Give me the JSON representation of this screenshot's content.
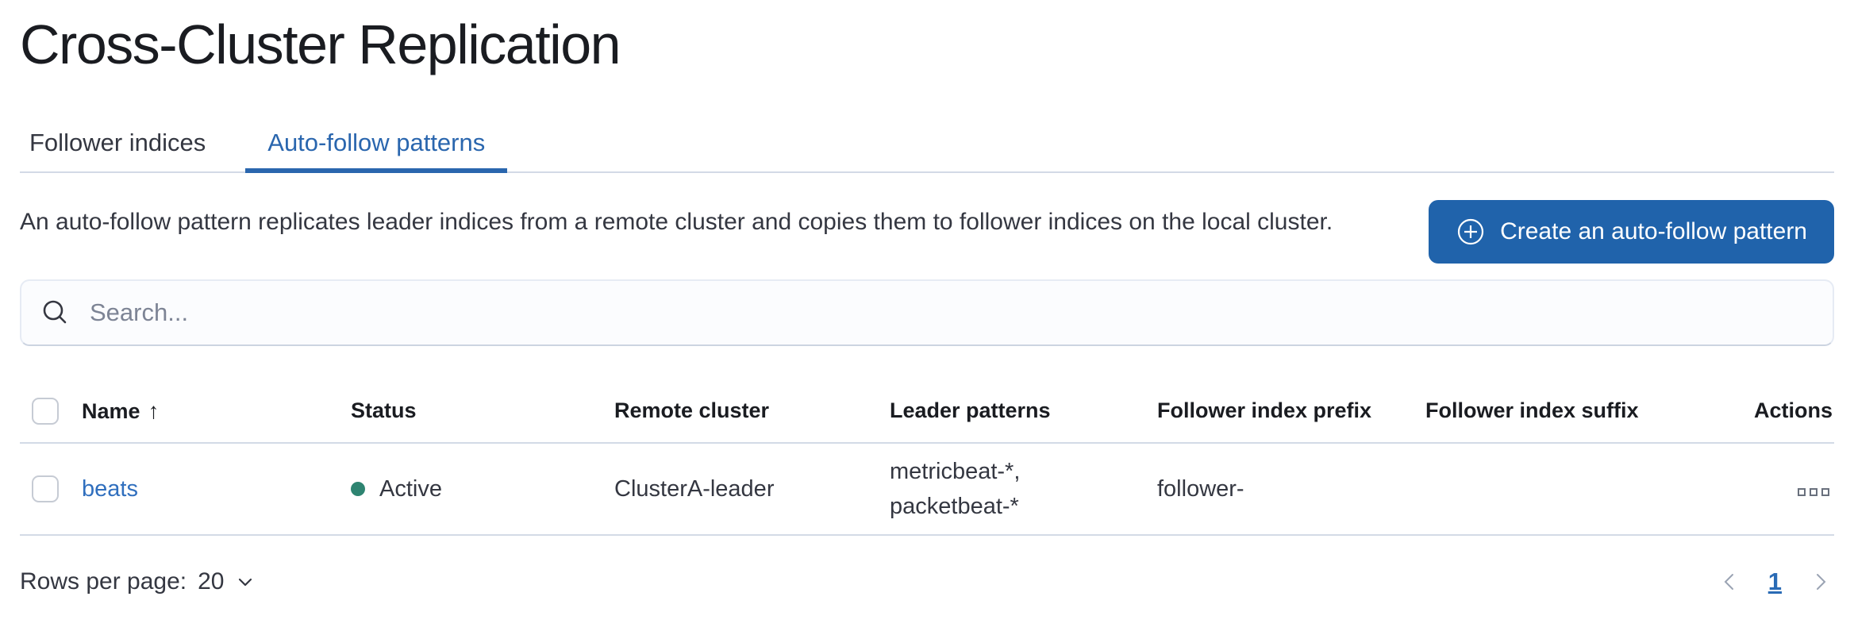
{
  "page": {
    "title": "Cross-Cluster Replication"
  },
  "tabs": {
    "follower_indices": "Follower indices",
    "auto_follow_patterns": "Auto-follow patterns",
    "active_tab": "Auto-follow patterns"
  },
  "intro": {
    "description": "An auto-follow pattern replicates leader indices from a remote cluster and copies them to follower indices on the local cluster.",
    "create_button_label": "Create an auto-follow pattern"
  },
  "search": {
    "placeholder": "Search...",
    "value": ""
  },
  "table": {
    "headers": {
      "name": "Name",
      "status": "Status",
      "remote_cluster": "Remote cluster",
      "leader_patterns": "Leader patterns",
      "follower_index_prefix": "Follower index prefix",
      "follower_index_suffix": "Follower index suffix",
      "actions": "Actions"
    },
    "sort": {
      "column": "Name",
      "direction": "ascending",
      "arrow": "↑"
    },
    "rows": [
      {
        "name": "beats",
        "status": "Active",
        "remote_cluster": "ClusterA-leader",
        "leader_patterns": "metricbeat-*, packetbeat-*",
        "follower_index_prefix": "follower-",
        "follower_index_suffix": ""
      }
    ]
  },
  "footer": {
    "rows_per_page_label": "Rows per page:",
    "rows_per_page_value": "20",
    "page_number": "1"
  },
  "icons": {
    "create_button": "plus-in-circle",
    "search": "magnifier",
    "sort_name": "arrow-up",
    "status_active": "dot",
    "row_actions": "boxes-horizontal",
    "rows_per_page": "chevron-down",
    "prev_page": "chevron-left",
    "next_page": "chevron-right"
  },
  "colors": {
    "primary_button_blue": "#2063ab",
    "active_tab_blue": "#2a66ae",
    "link_blue": "#306fbe",
    "pagination_blue": "#2a6bb5",
    "status_active_green": "#2e8471",
    "border_gray": "#d3dae6",
    "title_text": "#1a1c21",
    "body_text": "#343741",
    "muted_icon_gray": "#69707d",
    "chevron_gray": "#9aa3b3"
  }
}
